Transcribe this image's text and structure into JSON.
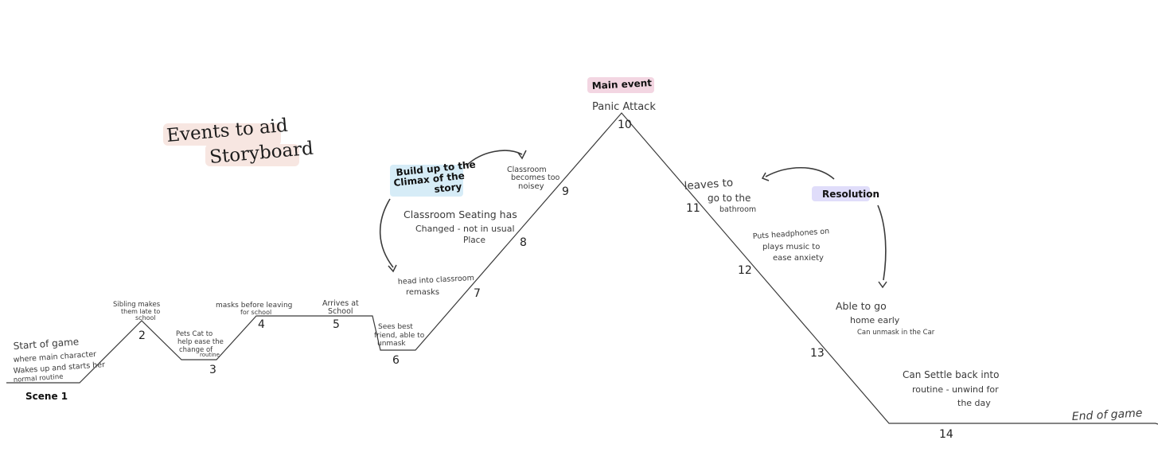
{
  "title": {
    "line1": "Events to aid",
    "line2": "Storyboard"
  },
  "colors": {
    "line": "#3a3a3a",
    "title_highlight": "#f7e6e1",
    "main_event_highlight": "#f3d6e2",
    "buildup_highlight": "#d6ecf7",
    "resolution_highlight": "#e0ddfa"
  },
  "tags": {
    "main_event": "Main event",
    "buildup": [
      "Build up to the",
      "Climax of the",
      "story"
    ],
    "resolution": "Resolution"
  },
  "events": [
    {
      "number": "Scene 1",
      "lines": [
        "Start of game",
        "where main character",
        "Wakes up and starts her",
        "normal routine"
      ]
    },
    {
      "number": "2",
      "lines": [
        "Sibling makes",
        "them late to",
        "school"
      ]
    },
    {
      "number": "3",
      "lines": [
        "Pets Cat to",
        "help ease the",
        "change of",
        "routine"
      ]
    },
    {
      "number": "4",
      "lines": [
        "masks before leaving",
        "for school"
      ]
    },
    {
      "number": "5",
      "lines": [
        "Arrives at",
        "School"
      ]
    },
    {
      "number": "6",
      "lines": [
        "Sees best",
        "friend, able to",
        "unmask"
      ]
    },
    {
      "number": "7",
      "lines": [
        "head into classroom",
        "remasks"
      ]
    },
    {
      "number": "8",
      "lines": [
        "Classroom Seating has",
        "Changed - not in usual",
        "Place"
      ]
    },
    {
      "number": "9",
      "lines": [
        "Classroom",
        "becomes too",
        "noisey"
      ]
    },
    {
      "number": "10",
      "lines": [
        "Panic Attack"
      ]
    },
    {
      "number": "11",
      "lines": [
        "leaves to",
        "go to the",
        "bathroom"
      ]
    },
    {
      "number": "12",
      "lines": [
        "Puts headphones on",
        "plays music to",
        "ease anxiety"
      ]
    },
    {
      "number": "13",
      "lines": [
        "Able to go",
        "home early",
        "Can unmask in the Car"
      ]
    },
    {
      "number": "14",
      "lines": [
        "Can Settle back into",
        "routine - unwind for",
        "the day"
      ]
    }
  ],
  "end_label": "End of game"
}
